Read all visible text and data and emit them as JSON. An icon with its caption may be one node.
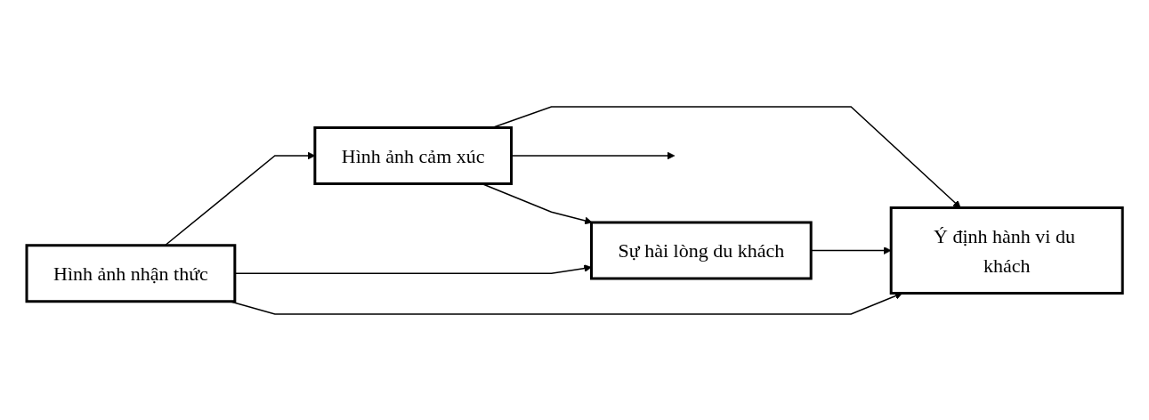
{
  "diagram": {
    "nodes": [
      {
        "text": [
          "Hình ảnh nhận thức"
        ]
      },
      {
        "text": [
          "Hình ảnh cảm xúc"
        ]
      },
      {
        "text": [
          "Sự hài lòng du khách"
        ]
      },
      {
        "text": [
          "Ý định hành vi du khách"
        ]
      }
    ],
    "edges": [
      {
        "from": 0,
        "to": 1,
        "arrow": "to"
      },
      {
        "from": 0,
        "to": 2,
        "arrow": "to"
      },
      {
        "from": 0,
        "to": 3,
        "arrow": "to"
      },
      {
        "from": 2,
        "to": 3,
        "arrow": "to"
      },
      {
        "from": 1,
        "to": 2,
        "arrow": "to"
      },
      {
        "from": 1,
        "to": 3,
        "arrow": "to"
      },
      {
        "from": 1,
        "to": null,
        "arrow": "to"
      }
    ]
  }
}
